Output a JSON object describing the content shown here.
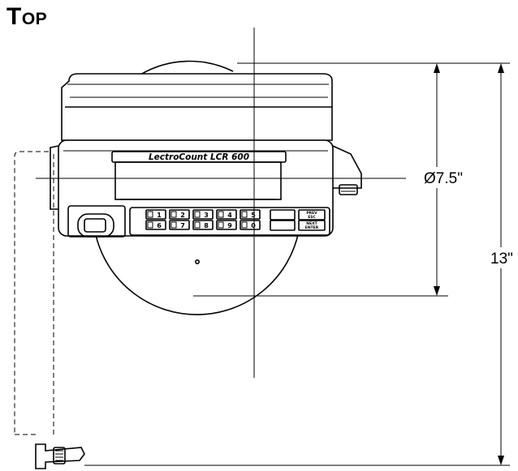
{
  "view": {
    "title": "Top"
  },
  "device": {
    "brand": "LectroCount LCR 600"
  },
  "dimensions": {
    "diameter": "Ø7.5\"",
    "height": "13\""
  },
  "keypad": {
    "row1": [
      "1",
      "2",
      "3",
      "4",
      "5"
    ],
    "row2": [
      "6",
      "7",
      "8",
      "9",
      "0"
    ],
    "soft_keys": [
      "PREV",
      "ESC",
      "NEXT",
      "ENTER"
    ]
  }
}
